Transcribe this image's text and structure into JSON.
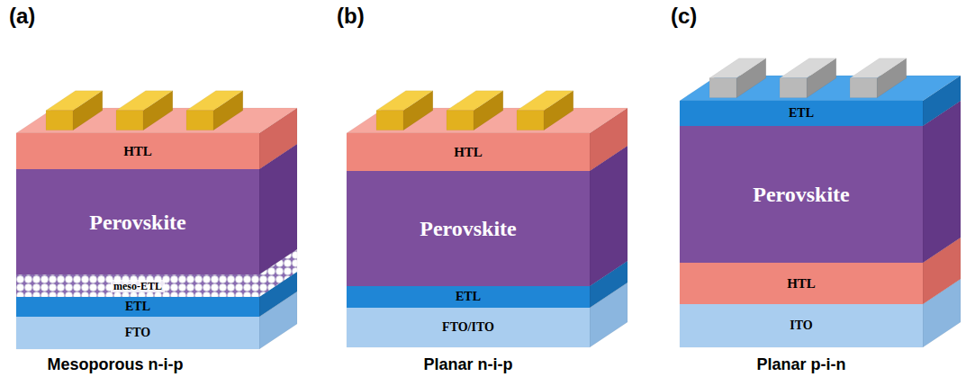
{
  "diagram": {
    "nodes": [
      {
        "text": [
          "HTL"
        ]
      },
      {
        "text": [
          "Perovskite"
        ]
      },
      {
        "text": [
          "meso-ETL"
        ]
      },
      {
        "text": [
          "ETL"
        ]
      },
      {
        "text": [
          "FTO"
        ]
      },
      {
        "text": [
          "HTL"
        ]
      },
      {
        "text": [
          "Perovskite"
        ]
      },
      {
        "text": [
          "ETL"
        ]
      },
      {
        "text": [
          "FTO/ITO"
        ]
      },
      {
        "text": [
          "ETL"
        ]
      },
      {
        "text": [
          "Perovskite"
        ]
      },
      {
        "text": [
          "HTL"
        ]
      },
      {
        "text": [
          "ITO"
        ]
      }
    ],
    "labels": [
      "(a)",
      "(b)",
      "(c)",
      "Mesoporous n-i-p",
      "Planar n-i-p",
      "Planar p-i-n"
    ]
  }
}
